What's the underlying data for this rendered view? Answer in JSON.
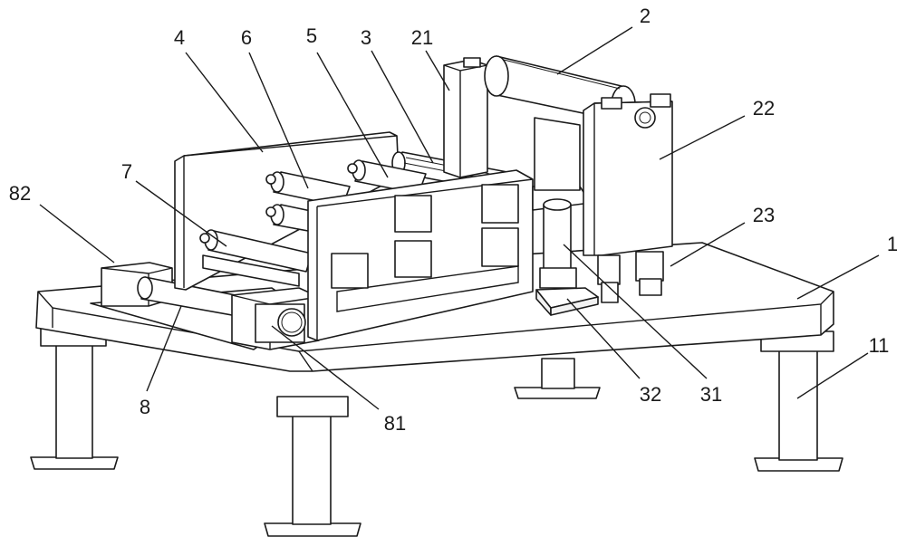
{
  "callouts": {
    "c1": "1",
    "c2": "2",
    "c3": "3",
    "c4": "4",
    "c5": "5",
    "c6": "6",
    "c7": "7",
    "c8": "8",
    "c11": "11",
    "c21": "21",
    "c22": "22",
    "c23": "23",
    "c31": "31",
    "c32": "32",
    "c81": "81",
    "c82": "82"
  },
  "colors": {
    "stroke": "#1a1a1a",
    "fill": "#ffffff"
  }
}
